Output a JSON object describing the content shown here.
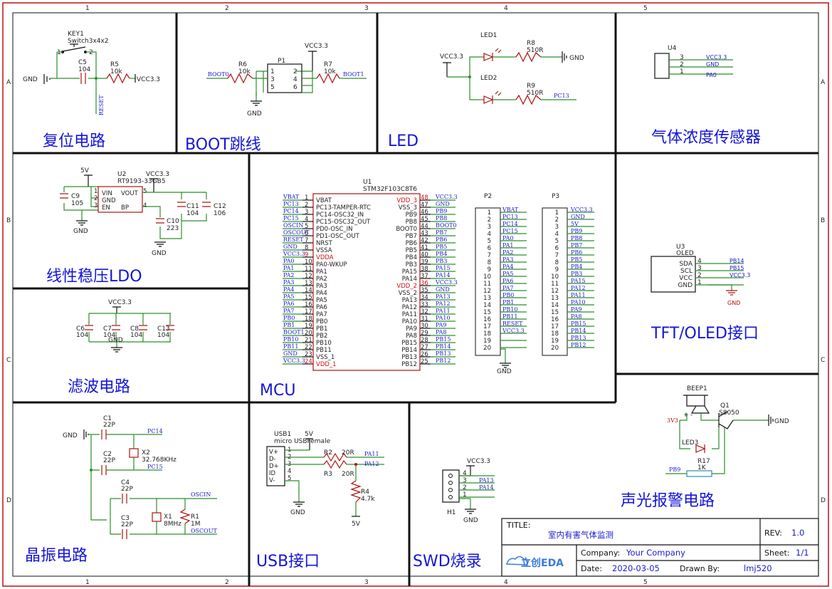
{
  "title_block": {
    "title_label": "TITLE:",
    "title": "室内有害气体监测",
    "rev_label": "REV:",
    "rev": "1.0",
    "company_label": "Company:",
    "company": "Your Company",
    "sheet_label": "Sheet:",
    "sheet": "1/1",
    "date_label": "Date:",
    "date": "2020-03-05",
    "drawn_label": "Drawn By:",
    "drawn_by": "lmj520",
    "logo_text": "立创EDA"
  },
  "border": {
    "cols": [
      "1",
      "2",
      "3",
      "4",
      "5"
    ],
    "rows": [
      "A",
      "B",
      "C",
      "D"
    ]
  },
  "sections": {
    "reset": "复位电路",
    "boot": "BOOT跳线",
    "led": "LED",
    "gas": "气体浓度传感器",
    "ldo": "线性稳压LDO",
    "mcu": "MCU",
    "filter": "滤波电路",
    "oled": "TFT/OLED接口",
    "alarm": "声光报警电路",
    "crystal": "晶振电路",
    "usb": "USB接口",
    "swd": "SWD烧录"
  },
  "reset": {
    "key": "KEY1",
    "key_part": "Switch3x4x2",
    "p1": "1",
    "p2": "2",
    "cap": "C5",
    "cap_val": "104",
    "res": "R5",
    "res_val": "10k",
    "gnd": "GND",
    "vcc": "VCC3.3",
    "net": "RESET"
  },
  "boot": {
    "vcc": "VCC3.3",
    "r6": "R6",
    "r6v": "10k",
    "r7": "R7",
    "r7v": "10k",
    "conn": "P1",
    "boot0": "BOOT0",
    "boot1": "BOOT1",
    "gnd": "GND",
    "pins": [
      "1",
      "2",
      "3",
      "4",
      "5",
      "6"
    ]
  },
  "led": {
    "vcc": "VCC3.3",
    "led1": "LED1",
    "led2": "LED2",
    "r8": "R8",
    "r8v": "510R",
    "r9": "R9",
    "r9v": "510R",
    "gnd": "GND",
    "pc13": "PC13"
  },
  "gas": {
    "ref": "U4",
    "pins": [
      "3",
      "2",
      "1"
    ],
    "nets": [
      "VCC3.3",
      "GND",
      "PA0"
    ]
  },
  "ldo": {
    "in": "5V",
    "ref": "U2",
    "part": "RT9193-33GB5",
    "vcc": "VCC3.3",
    "pins_l": [
      "VIN",
      "GND",
      "EN"
    ],
    "nums_l": [
      "1",
      "2",
      "3"
    ],
    "pins_r": [
      "VOUT",
      "BP"
    ],
    "nums_r": [
      "5",
      "4"
    ],
    "c9": "C9",
    "c9v": "105",
    "c11": "C11",
    "c11v": "104",
    "c12": "C12",
    "c12v": "106",
    "c10": "C10",
    "c10v": "223",
    "gnd": "GND"
  },
  "filter": {
    "vcc": "VCC3.3",
    "caps": [
      {
        "ref": "C6",
        "val": "104"
      },
      {
        "ref": "C7",
        "val": "104"
      },
      {
        "ref": "C8",
        "val": "104"
      },
      {
        "ref": "C13",
        "val": "104"
      }
    ],
    "gnd": "GND"
  },
  "mcu": {
    "ref": "U1",
    "part": "STM32F103C8T6",
    "left": [
      {
        "net": "VBAT",
        "num": "1",
        "pin": "VBAT",
        "red": false
      },
      {
        "net": "PC13",
        "num": "2",
        "pin": "PC13-TAMPER-RTC",
        "red": false
      },
      {
        "net": "PC14",
        "num": "3",
        "pin": "PC14-OSC32_IN",
        "red": false
      },
      {
        "net": "PC15",
        "num": "4",
        "pin": "PC15-OSC32_OUT",
        "red": false
      },
      {
        "net": "OSCIN",
        "num": "5",
        "pin": "PD0-OSC_IN",
        "red": false
      },
      {
        "net": "OSCOUT",
        "num": "6",
        "pin": "PD1-OSC_OUT",
        "red": false
      },
      {
        "net": "RESET",
        "num": "7",
        "pin": "NRST",
        "red": false
      },
      {
        "net": "GND",
        "num": "8",
        "pin": "VSSA",
        "red": false
      },
      {
        "net": "VCC3.3",
        "num": "9",
        "pin": "VDDA",
        "red": true
      },
      {
        "net": "PA0",
        "num": "10",
        "pin": "PA0-WKUP",
        "red": false
      },
      {
        "net": "PA1",
        "num": "11",
        "pin": "PA1",
        "red": false
      },
      {
        "net": "PA2",
        "num": "12",
        "pin": "PA2",
        "red": false
      },
      {
        "net": "PA3",
        "num": "13",
        "pin": "PA3",
        "red": false
      },
      {
        "net": "PA4",
        "num": "14",
        "pin": "PA4",
        "red": false
      },
      {
        "net": "PA5",
        "num": "15",
        "pin": "PA5",
        "red": false
      },
      {
        "net": "PA6",
        "num": "16",
        "pin": "PA6",
        "red": false
      },
      {
        "net": "PA7",
        "num": "17",
        "pin": "PA7",
        "red": false
      },
      {
        "net": "PB0",
        "num": "18",
        "pin": "PB0",
        "red": false
      },
      {
        "net": "PB1",
        "num": "19",
        "pin": "PB1",
        "red": false
      },
      {
        "net": "BOOT1",
        "num": "20",
        "pin": "PB2",
        "red": false
      },
      {
        "net": "PB10",
        "num": "21",
        "pin": "PB10",
        "red": false
      },
      {
        "net": "PB11",
        "num": "22",
        "pin": "PB11",
        "red": false
      },
      {
        "net": "GND",
        "num": "23",
        "pin": "VSS_1",
        "red": false
      },
      {
        "net": "VCC3.3",
        "num": "24",
        "pin": "VDD_1",
        "red": true
      }
    ],
    "right": [
      {
        "net": "VCC3.3",
        "num": "48",
        "pin": "VDD_3",
        "red": true
      },
      {
        "net": "GND",
        "num": "47",
        "pin": "VSS_3",
        "red": false
      },
      {
        "net": "PB9",
        "num": "46",
        "pin": "PB9",
        "red": false
      },
      {
        "net": "PB8",
        "num": "45",
        "pin": "PB8",
        "red": false
      },
      {
        "net": "BOOT0",
        "num": "44",
        "pin": "BOOT0",
        "red": false
      },
      {
        "net": "PB7",
        "num": "43",
        "pin": "PB7",
        "red": false
      },
      {
        "net": "PB6",
        "num": "42",
        "pin": "PB6",
        "red": false
      },
      {
        "net": "PB5",
        "num": "41",
        "pin": "PB5",
        "red": false
      },
      {
        "net": "PB4",
        "num": "40",
        "pin": "PB4",
        "red": false
      },
      {
        "net": "PB3",
        "num": "39",
        "pin": "PB3",
        "red": false
      },
      {
        "net": "PA15",
        "num": "38",
        "pin": "PA15",
        "red": false
      },
      {
        "net": "PA14",
        "num": "37",
        "pin": "PA14",
        "red": false
      },
      {
        "net": "VCC3.3",
        "num": "36",
        "pin": "VDD_2",
        "red": true
      },
      {
        "net": "GND",
        "num": "35",
        "pin": "VSS_2",
        "red": false
      },
      {
        "net": "PA13",
        "num": "34",
        "pin": "PA13",
        "red": false
      },
      {
        "net": "PA12",
        "num": "33",
        "pin": "PA12",
        "red": false
      },
      {
        "net": "PA11",
        "num": "32",
        "pin": "PA11",
        "red": false
      },
      {
        "net": "PA10",
        "num": "31",
        "pin": "PA10",
        "red": false
      },
      {
        "net": "PA9",
        "num": "30",
        "pin": "PA9",
        "red": false
      },
      {
        "net": "PA8",
        "num": "29",
        "pin": "PA8",
        "red": false
      },
      {
        "net": "PB15",
        "num": "28",
        "pin": "PB15",
        "red": false
      },
      {
        "net": "PB14",
        "num": "27",
        "pin": "PB14",
        "red": false
      },
      {
        "net": "PB13",
        "num": "26",
        "pin": "PB13",
        "red": false
      },
      {
        "net": "PB12",
        "num": "25",
        "pin": "PB12",
        "red": false
      }
    ]
  },
  "p2": {
    "ref": "P2",
    "nets": [
      "VBAT",
      "PC13",
      "PC14",
      "PC15",
      "PA0",
      "PA1",
      "PA2",
      "PA3",
      "PA4",
      "PA5",
      "PA6",
      "PA7",
      "PB0",
      "PB1",
      "PB10",
      "PB11",
      "RESET",
      "VCC3.3",
      "",
      ""
    ],
    "gnd": "GND"
  },
  "p3": {
    "ref": "P3",
    "nets": [
      "VCC3.3",
      "GND",
      "5V",
      "PB9",
      "PB8",
      "PB7",
      "PB6",
      "PB5",
      "PB4",
      "PB3",
      "PA15",
      "PA12",
      "PA11",
      "PA10",
      "PA9",
      "PA8",
      "PB15",
      "PB14",
      "PB13",
      "PB12"
    ]
  },
  "oled": {
    "ref": "U3",
    "name": "OLED",
    "pins": [
      "SDA",
      "SCL",
      "VCC",
      "GND"
    ],
    "nums": [
      "4",
      "3",
      "2",
      "1"
    ],
    "nets": [
      "PB14",
      "PB15",
      "VCC3.3",
      ""
    ],
    "gnd": "GND"
  },
  "alarm": {
    "beep": "BEEP1",
    "q": "Q1",
    "qpart": "S8050",
    "v": "3V3",
    "led": "LED3",
    "r": "R17",
    "rv": "1K",
    "pb9": "PB9",
    "gnd": "GND",
    "bp": "+",
    "bn": "-"
  },
  "crystal": {
    "gnd": "GND",
    "c1": "C1",
    "c1v": "22P",
    "c2": "C2",
    "c2v": "22P",
    "c3": "C3",
    "c3v": "22P",
    "c4": "C4",
    "c4v": "22P",
    "x2": "X2",
    "x2v": "32.768KHz",
    "x1": "X1",
    "x1v": "8MHz",
    "r1": "R1",
    "r1v": "1M",
    "pc14": "PC14",
    "pc15": "PC15",
    "oscin": "OSCIN",
    "oscout": "OSCOUT"
  },
  "usb": {
    "ref": "USB1",
    "part": "micro USBFemale",
    "v5": "5V",
    "pins": [
      "V+",
      "D-",
      "D+",
      "ID",
      "V-"
    ],
    "nums": [
      "1",
      "2",
      "3",
      "4",
      "5"
    ],
    "r2": "R2",
    "r2v": "20R",
    "r3": "R3",
    "r3v": "20R",
    "r4": "R4",
    "r4v": "4.7k",
    "pa11": "PA11",
    "pa12": "PA12",
    "gnd": "GND",
    "v5b": "5V"
  },
  "swd": {
    "ref": "H1",
    "vcc": "VCC3.3",
    "nums": [
      "4",
      "3",
      "2",
      "1"
    ],
    "nets": [
      "",
      "PA13",
      "PA14",
      ""
    ],
    "gnd": "GND"
  }
}
